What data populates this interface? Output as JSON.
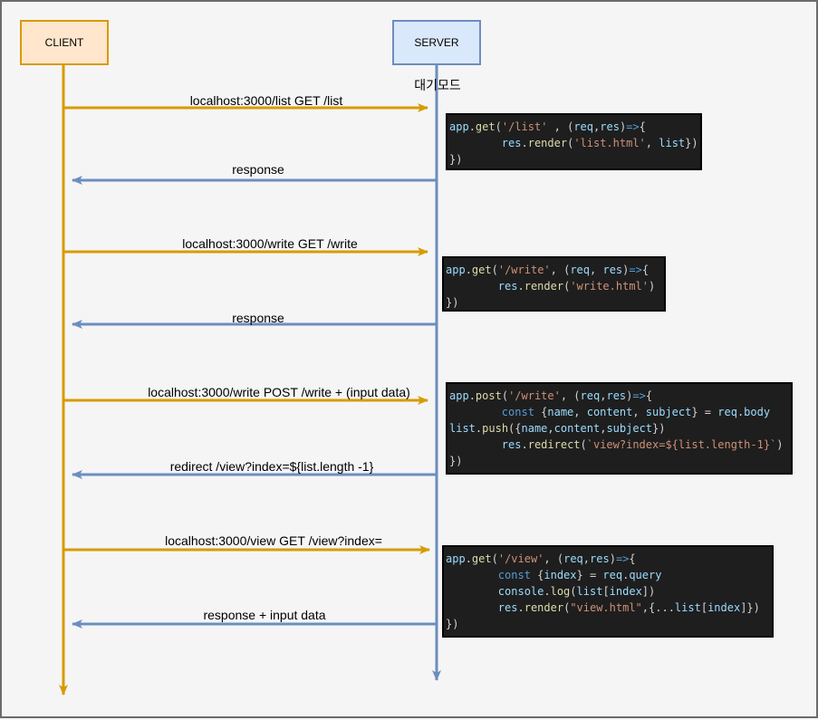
{
  "actors": {
    "client": "CLIENT",
    "server": "SERVER",
    "server_state": "대기모드"
  },
  "messages": [
    {
      "text": "localhost:3000/list GET /list",
      "direction": "client-to-server"
    },
    {
      "text": "response",
      "direction": "server-to-client"
    },
    {
      "text": "localhost:3000/write GET /write",
      "direction": "client-to-server"
    },
    {
      "text": "response",
      "direction": "server-to-client"
    },
    {
      "text": "localhost:3000/write POST /write + (input data)",
      "direction": "client-to-server"
    },
    {
      "text": "redirect /view?index=${list.length -1}",
      "direction": "server-to-client"
    },
    {
      "text": "localhost:3000/view GET /view?index=",
      "direction": "client-to-server"
    },
    {
      "text": "response + input data",
      "direction": "server-to-client"
    }
  ],
  "code_blocks": [
    {
      "lines": [
        "app.get('/list' , (req,res)=>{",
        "        res.render('list.html', list})",
        "})"
      ]
    },
    {
      "lines": [
        "app.get('/write', (req, res)=>{",
        "        res.render('write.html')",
        "})"
      ]
    },
    {
      "lines": [
        "app.post('/write', (req,res)=>{",
        "        const {name, content, subject} = req.body",
        "list.push({name,content,subject})",
        "        res.redirect(`view?index=${list.length-1}`)",
        "})"
      ]
    },
    {
      "lines": [
        "app.get('/view', (req,res)=>{",
        "        const {index} = req.query",
        "        console.log(list[index])",
        "        res.render(\"view.html\",{...list[index]})",
        "})"
      ]
    }
  ],
  "colors": {
    "client_line": "#d79b00",
    "server_line": "#6c8ebf",
    "client_fill": "#ffe6cc",
    "server_fill": "#dae8fc",
    "code_background": "#1e1e1e"
  }
}
